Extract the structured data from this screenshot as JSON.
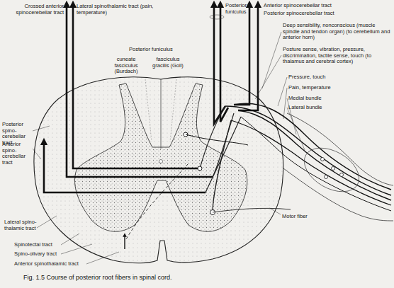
{
  "diagram": {
    "caption": "Fig. 1.5  Course of posterior root fibers in spinal cord.",
    "labels": [
      "Crossed anterior spinocerebellar tract",
      "Lateral spinothalamic tract (pain, temperature)",
      "Posterior funiculus",
      "Anterior spinocerebellar tract",
      "Posterior spinocerebellar tract",
      "Posterior funiculus",
      "cuneate fasciculus (Burdach)",
      "fasciculus gracilis (Goll)",
      "Deep sensibility, nonconscious (muscle spindle and tendon organ) (to cerebellum and anterior horn)",
      "Posture sense, vibration, pressure, discrimination, tactile sense, touch (to thalamus and cerebral cortex)",
      "Pressure, touch",
      "Pain, temperature",
      "Medial bundle",
      "Lateral bundle",
      "Posterior spino- cerebellar tract",
      "Anterior spino- cerebellar tract",
      "Lateral spino- thalamic tract",
      "Spinotectal tract",
      "Spino-olivary tract",
      "Anterior spinothalamic tract",
      "Motor fiber"
    ]
  }
}
